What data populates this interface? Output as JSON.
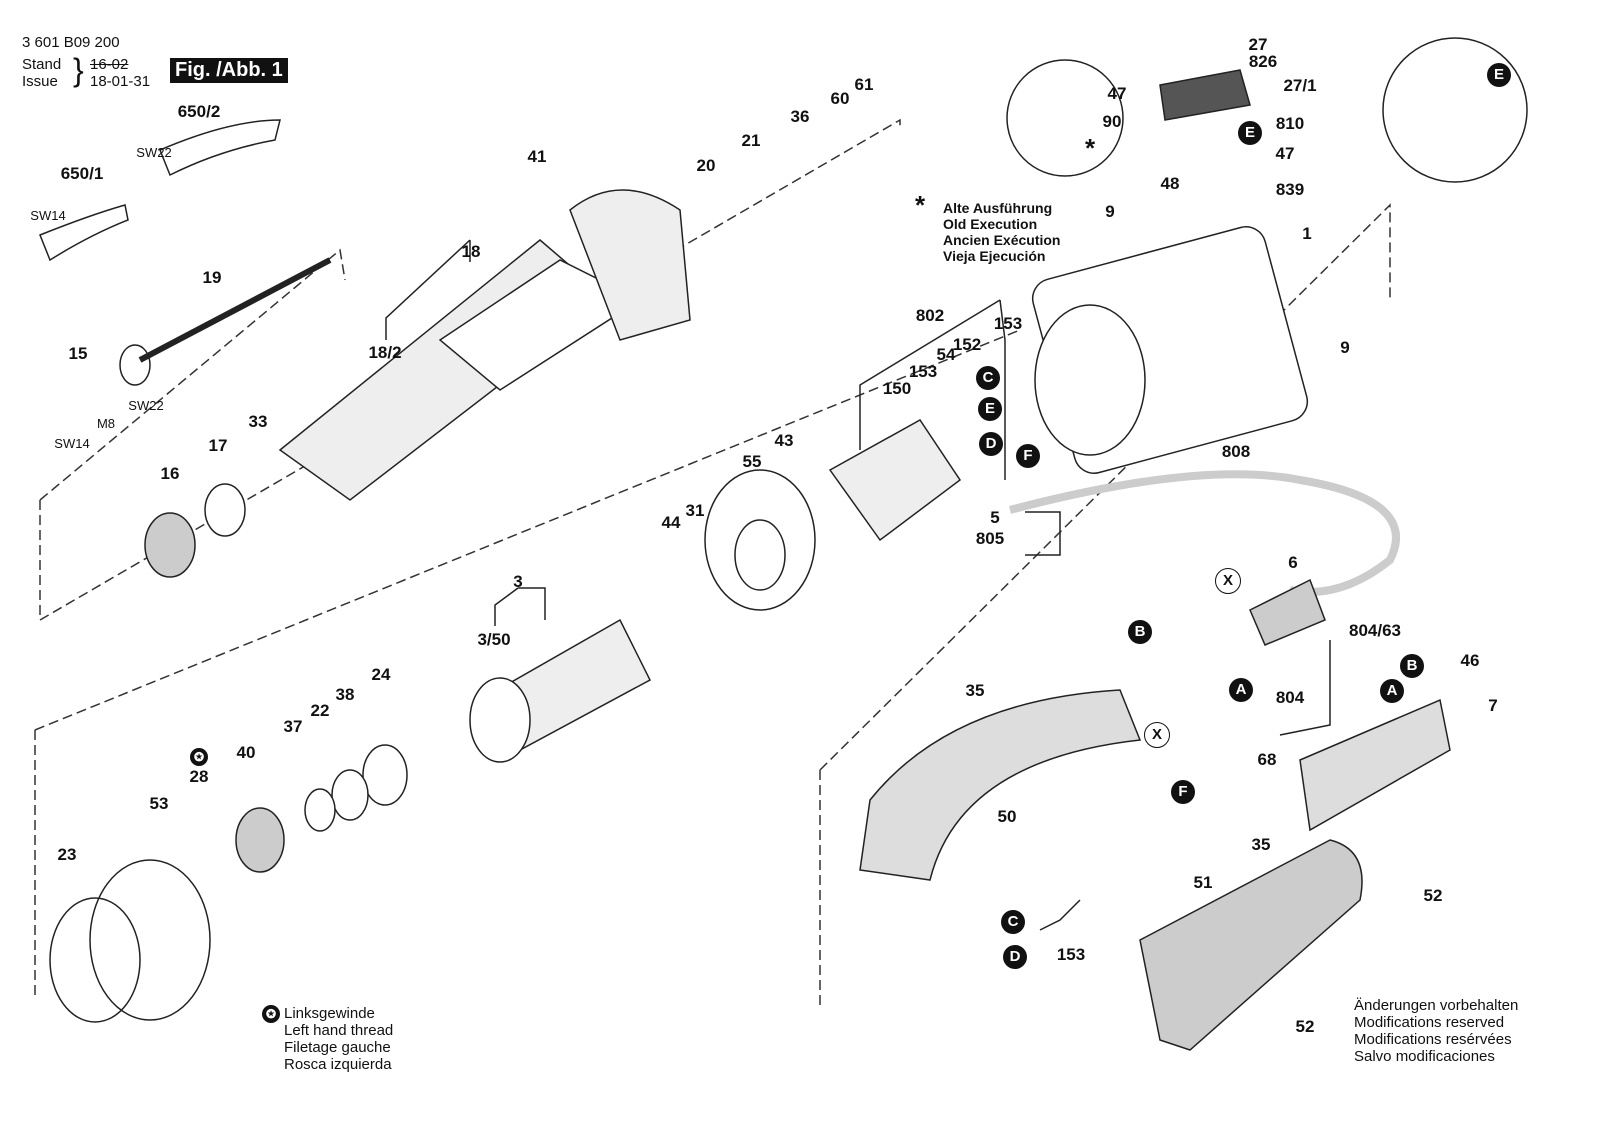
{
  "header": {
    "part_number": "3 601 B09 200",
    "stand_label": "Stand",
    "issue_label": "Issue",
    "old_date": "16-02",
    "issue_date": "18-01-31",
    "figure": "Fig. /Abb. 1"
  },
  "old_execution": {
    "symbol": "*",
    "lines": [
      "Alte Ausführung",
      "Old Execution",
      "Ancien Exécution",
      "Vieja Ejecución"
    ]
  },
  "left_hand_thread": {
    "lines": [
      "Linksgewinde",
      "Left hand thread",
      "Filetage gauche",
      "Rosca izquierda"
    ]
  },
  "modifications": {
    "lines": [
      "Änderungen vorbehalten",
      "Modifications reserved",
      "Modifications resérvées",
      "Salvo modificaciones"
    ]
  },
  "labels": [
    "27",
    "826",
    "47",
    "90",
    "27/1",
    "810",
    "47",
    "839",
    "48",
    "9",
    "1",
    "9",
    "808",
    "802",
    "153",
    "152",
    "54",
    "153",
    "150",
    "43",
    "55",
    "44",
    "31",
    "3",
    "3/50",
    "24",
    "38",
    "22",
    "37",
    "40",
    "28",
    "53",
    "23",
    "16",
    "17",
    "33",
    "15",
    "19",
    "18",
    "18/2",
    "41",
    "20",
    "21",
    "36",
    "60",
    "61",
    "650/2",
    "650/1",
    "5",
    "805",
    "6",
    "804/63",
    "46",
    "7",
    "804",
    "68",
    "35",
    "50",
    "51",
    "35",
    "52",
    "52",
    "153"
  ],
  "small_labels": [
    "SW22",
    "SW14",
    "SW22",
    "M8",
    "SW14"
  ],
  "markers": [
    "C",
    "E",
    "D",
    "F",
    "E",
    "E",
    "B",
    "A",
    "B",
    "A",
    "X",
    "X",
    "F",
    "C",
    "D"
  ]
}
